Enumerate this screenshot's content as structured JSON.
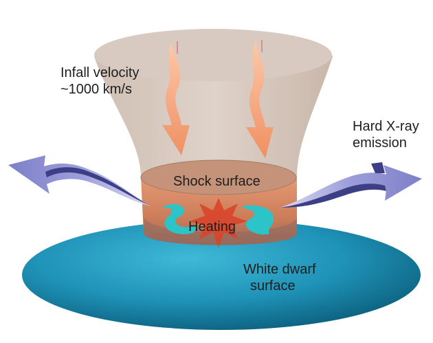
{
  "labels": {
    "infall_line1": "Infall velocity",
    "infall_line2": "~1000 km/s",
    "xray_line1": "Hard X-ray",
    "xray_line2": "emission",
    "shock": "Shock surface",
    "heating": "Heating",
    "wd_line1": "White dwarf",
    "wd_line2": "surface"
  },
  "colors": {
    "white_dwarf_light": "#2aa6c8",
    "white_dwarf_dark": "#0c6482",
    "funnel": "#d2c0b4",
    "shock_disk": "#c49379",
    "column": "#dd8b66",
    "infall_arrow": "#f5a77e",
    "xray_arrow": "#8a8cd2",
    "xray_arrow_dark": "#3c3f86",
    "heat_flow": "#2cc4c8",
    "heating_star": "#d8452a"
  }
}
